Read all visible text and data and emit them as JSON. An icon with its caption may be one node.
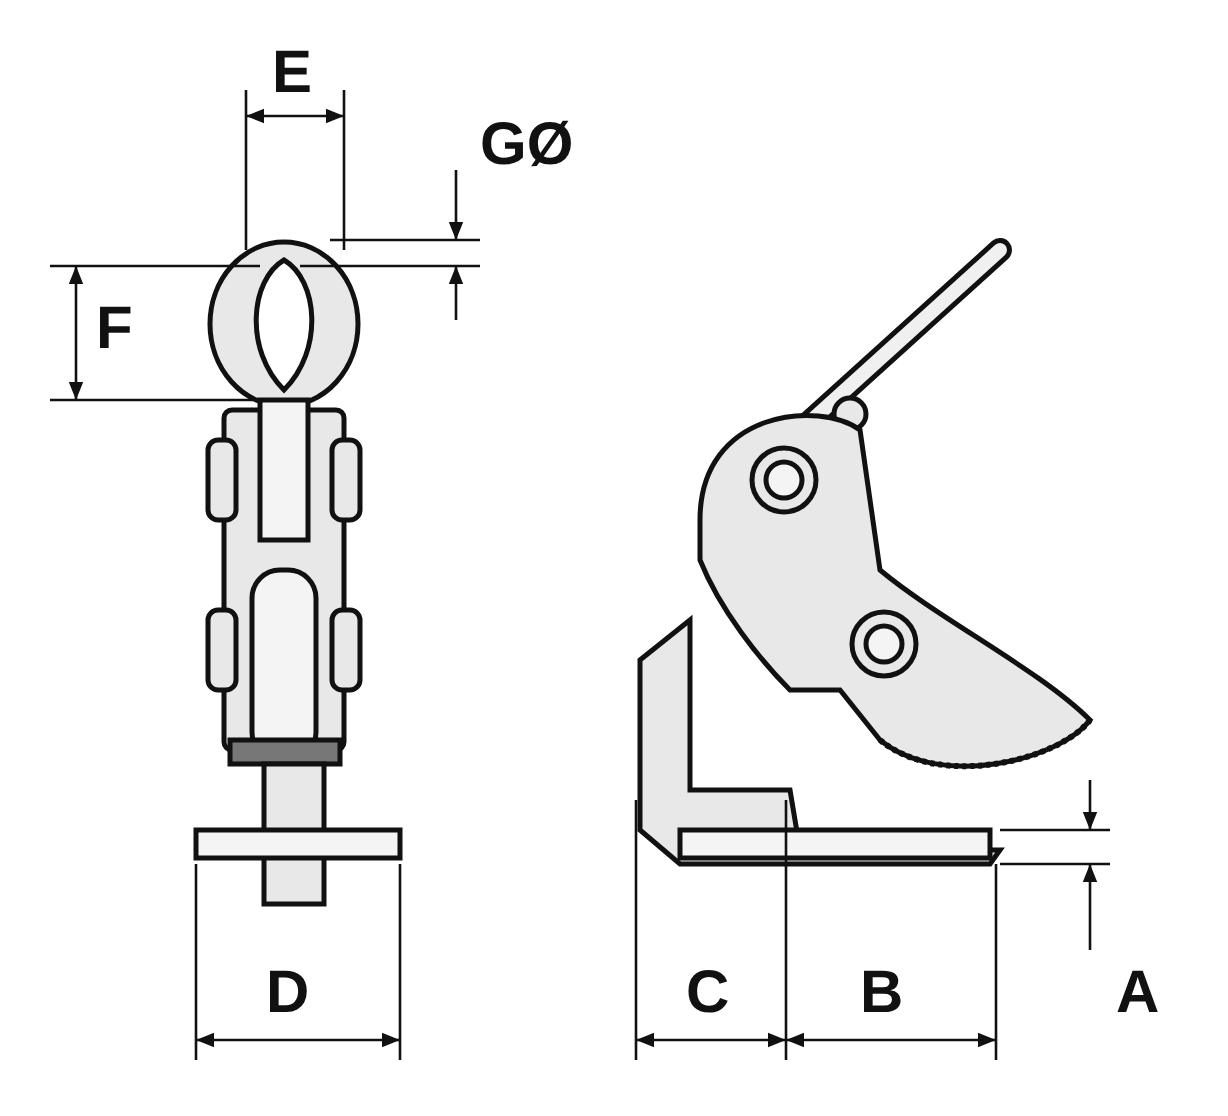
{
  "diagram": {
    "labels": [
      "E",
      "GØ",
      "F",
      "D",
      "C",
      "B",
      "A"
    ]
  }
}
